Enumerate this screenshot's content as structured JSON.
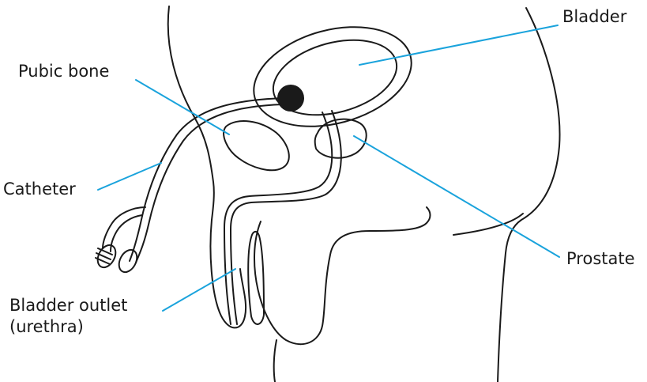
{
  "labels": {
    "bladder": "Bladder",
    "pubic_bone": "Pubic bone",
    "catheter": "Catheter",
    "prostate": "Prostate",
    "bladder_outlet_line1": "Bladder outlet",
    "bladder_outlet_line2": "(urethra)"
  },
  "colors": {
    "outline": "#1a1a1a",
    "leader_line": "#1aa3dc",
    "background": "#ffffff"
  }
}
